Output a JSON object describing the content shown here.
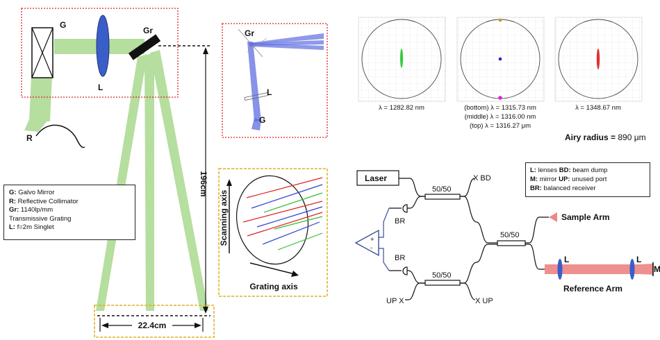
{
  "setup": {
    "G": "G",
    "L": "L",
    "Gr": "Gr",
    "R": "R",
    "height_label": "196cm",
    "width_label": "22.4cm"
  },
  "legend": {
    "items": [
      {
        "key": "G:",
        "text": "Galvo Mirror"
      },
      {
        "key": "R:",
        "text": "Reflective Collimator"
      },
      {
        "key": "Gr:",
        "text": "1140lp/mm"
      },
      {
        "key": "",
        "text": "Transmissive Grating"
      },
      {
        "key": "L:",
        "text": "f=2m Singlet"
      }
    ]
  },
  "inset": {
    "Gr": "Gr",
    "L": "L",
    "G": "G"
  },
  "scan": {
    "scanning_axis": "Scanning axis",
    "grating_axis": "Grating axis"
  },
  "spots": {
    "captions": [
      "λ = 1282.82 nm",
      "(bottom) λ = 1315.73 nm",
      "(middle) λ = 1316.00 nm",
      "(top) λ = 1316.27 μm",
      "λ = 1348.67 nm"
    ],
    "airy_label": "Airy radius = ",
    "airy_value": "890 μm",
    "colors": {
      "left": "#33cc33",
      "middle": "#2222cc",
      "top": "#b0a020",
      "bottom": "#dd22dd",
      "right": "#dd3333"
    }
  },
  "ofs": {
    "laser": "Laser",
    "coupler1": "50/50",
    "coupler2": "50/50",
    "coupler3": "50/50",
    "bd": "X BD",
    "br1": "BR",
    "br2": "BR",
    "up_left": "UP X",
    "up_right": "X UP",
    "sample_arm": "Sample Arm",
    "reference_arm": "Reference Arm",
    "L1": "L",
    "L2": "L",
    "M": "M",
    "legend_lines": [
      {
        "k1": "L:",
        "t1": " lenses   ",
        "k2": "BD:",
        "t2": " beam dump"
      },
      {
        "k1": "M:",
        "t1": " mirror ",
        "k2": "UP:",
        "t2": " unused port"
      },
      {
        "k1": "BR:",
        "t1": " balanced receiver",
        "k2": "",
        "t2": ""
      }
    ]
  }
}
